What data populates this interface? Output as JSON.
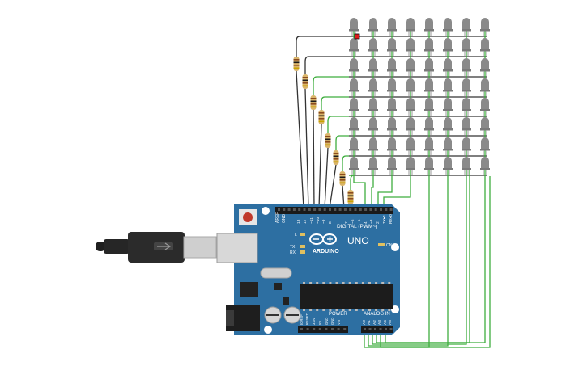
{
  "canvas": {
    "background": "#ffffff"
  },
  "board": {
    "brand": "ARDUINO",
    "model": "UNO",
    "digital_header_label": "DIGITAL (PWM~)",
    "power_label": "POWER",
    "analog_label": "ANALOG IN",
    "on_label": "ON",
    "l_label": "L",
    "tx_label": "TX",
    "rx_label": "RX",
    "aref_label": "AREF",
    "gnd_label": "GND",
    "digital_pins_left": [
      "13",
      "12",
      "~11",
      "~10",
      "~9",
      "8"
    ],
    "digital_pins_right": [
      "7",
      "~6",
      "~5",
      "4",
      "~3",
      "2",
      "TX▸1",
      "RX◂0"
    ],
    "power_pins": [
      "IOREF",
      "RESET",
      "3.3V",
      "5V",
      "GND",
      "GND",
      "Vin"
    ],
    "analog_pins": [
      "A0",
      "A1",
      "A2",
      "A3",
      "A4",
      "A5"
    ],
    "colors": {
      "pcb": "#2d6fa2",
      "header": "#1a1a1a",
      "silk": "#ffffff",
      "reset_button": "#c0392b"
    }
  },
  "led_matrix": {
    "rows": 8,
    "cols": 8,
    "led_color": "#8a8a8a"
  },
  "resistors": {
    "count": 8,
    "body_color": "#d9b46a"
  },
  "wires": {
    "row_wire_color": "#333333",
    "column_wire_color": "#3fae3f"
  },
  "usb_cable": {
    "body_color": "#2b2b2b",
    "plug_color": "#c8c8c8"
  }
}
